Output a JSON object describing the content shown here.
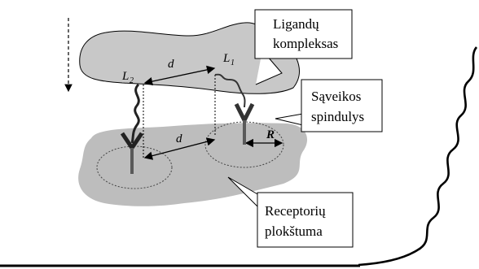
{
  "callouts": {
    "ligand_complex": [
      "Ligandų",
      "kompleksas"
    ],
    "interaction_radius": [
      "Sąveikos",
      "spindulys"
    ],
    "receptor_plane": [
      "Receptorių",
      "plokštuma"
    ]
  },
  "symbols": {
    "distance_top": "d",
    "distance_bottom": "d",
    "ligand_1": "L",
    "ligand_1_index": "1",
    "ligand_2": "L",
    "ligand_2_index": "2",
    "radius": "R"
  },
  "colors": {
    "ligand_cloud": "#c8c8c8",
    "receptor_plane": "#bdbdbd",
    "receptor_stem": "#5a5a5a",
    "outline": "#000000"
  }
}
